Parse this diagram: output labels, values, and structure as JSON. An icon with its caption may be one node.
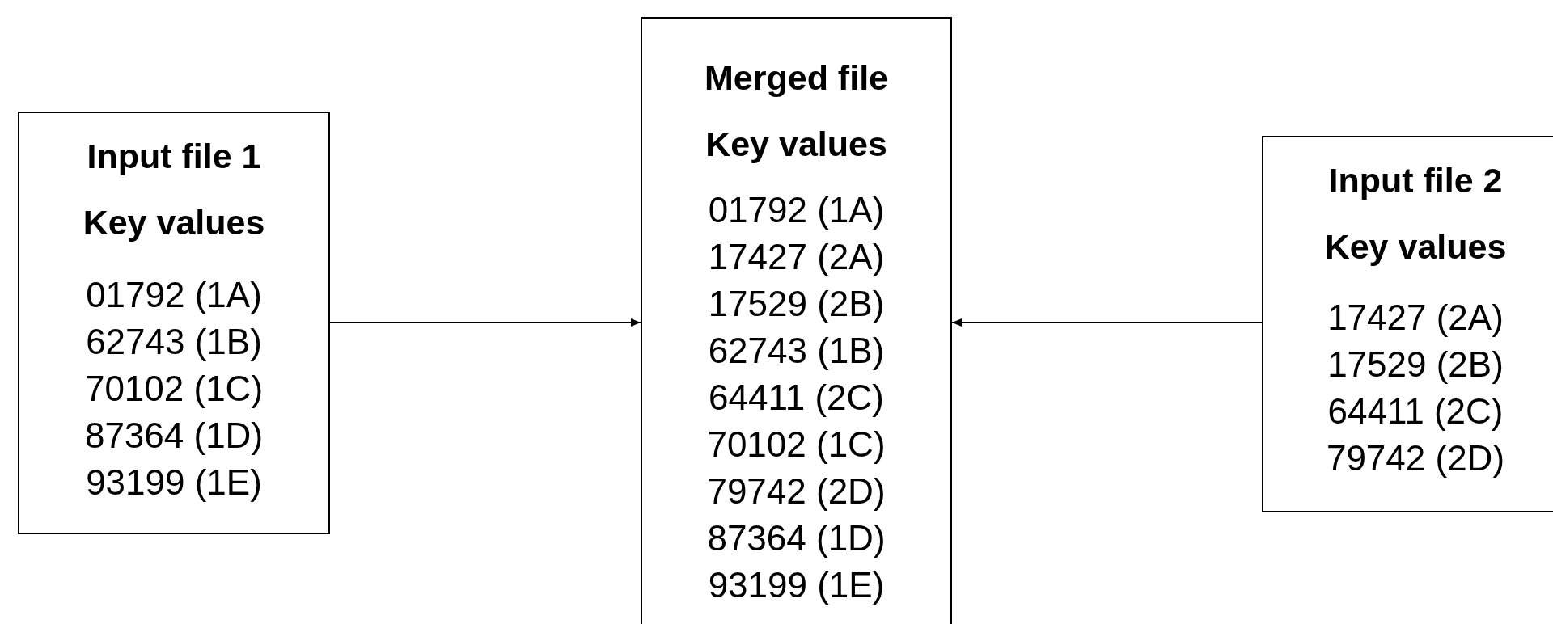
{
  "diagram": {
    "nodes": [
      {
        "text": [
          "Input file 1",
          "Key values",
          "01792 (1A)",
          "62743 (1B)",
          "70102 (1C)",
          "87364 (1D)",
          "93199 (1E)"
        ]
      },
      {
        "text": [
          "Merged file",
          "Key values",
          "01792 (1A)",
          "17427 (2A)",
          "17529 (2B)",
          "62743 (1B)",
          "64411 (2C)",
          "70102 (1C)",
          "79742 (2D)",
          "87364 (1D)",
          "93199 (1E)"
        ]
      },
      {
        "text": [
          "Input file 2",
          "Key values",
          "17427 (2A)",
          "17529 (2B)",
          "64411 (2C)",
          "79742 (2D)"
        ]
      }
    ],
    "edges": [
      {
        "from": 0,
        "to": 1,
        "arrow": "to"
      },
      {
        "from": 2,
        "to": 1,
        "arrow": "to"
      }
    ]
  }
}
